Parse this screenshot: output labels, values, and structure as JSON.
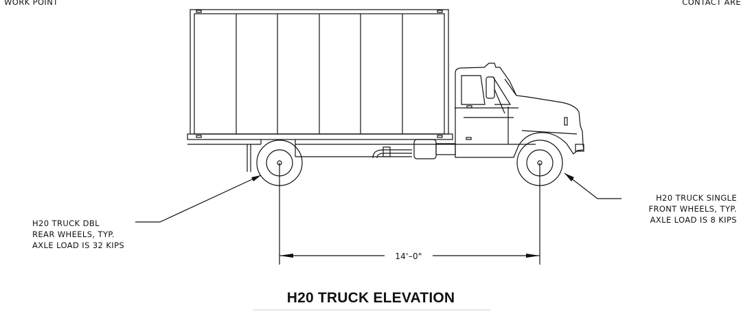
{
  "corner_labels": {
    "top_left": "WORK POINT",
    "top_right": "CONTACT ARE"
  },
  "rear_note": {
    "lines": [
      "H20 TRUCK DBL",
      "REAR WHEELS, TYP.",
      "AXLE LOAD IS 32 KIPS"
    ]
  },
  "front_note": {
    "lines": [
      "H20 TRUCK SINGLE",
      "FRONT WHEELS, TYP.",
      "AXLE LOAD IS 8 KIPS"
    ]
  },
  "dimension": {
    "axle_spacing": "14'–0\""
  },
  "title": "H20 TRUCK ELEVATION"
}
